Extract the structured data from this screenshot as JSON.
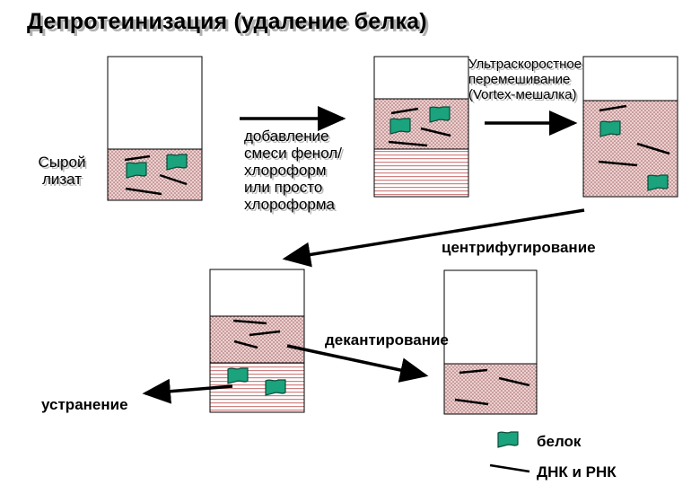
{
  "title": "Депротеинизация (удаление белка)",
  "labels": {
    "raw_lysate": "Сырой\nлизат",
    "add_mixture": "добавление\nсмеси фенол/\nхлороформ\nили просто\nхлороформа",
    "vortex": "Ультраскоростное\nперемешивание\n(Vortex-мешалка)",
    "centrifugation": "центрифугирование",
    "decantation": "декантирование",
    "removal": "устранение"
  },
  "legend": {
    "protein": "белок",
    "nucleic": "ДНК и РНК"
  },
  "colors": {
    "aqueous_fill": "#e8c4c4",
    "aqueous_dots": "#b07070",
    "organic_stripes": "#d08080",
    "protein_fill": "#1aa37c",
    "protein_stroke": "#0b4b3a",
    "line_color": "#000000"
  }
}
